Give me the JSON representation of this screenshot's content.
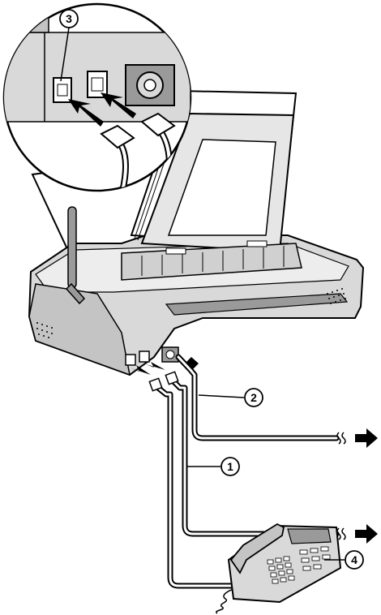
{
  "callouts": {
    "c1": "1",
    "c2": "2",
    "c3": "3",
    "c4": "4"
  },
  "colors": {
    "line": "#000000",
    "device_fill": "#d9d9d9",
    "device_dark": "#9a9a9a",
    "paper": "#ffffff",
    "background": "#ffffff"
  },
  "icons": {
    "cable_end": "wavy-break",
    "direction": "arrow-right"
  }
}
